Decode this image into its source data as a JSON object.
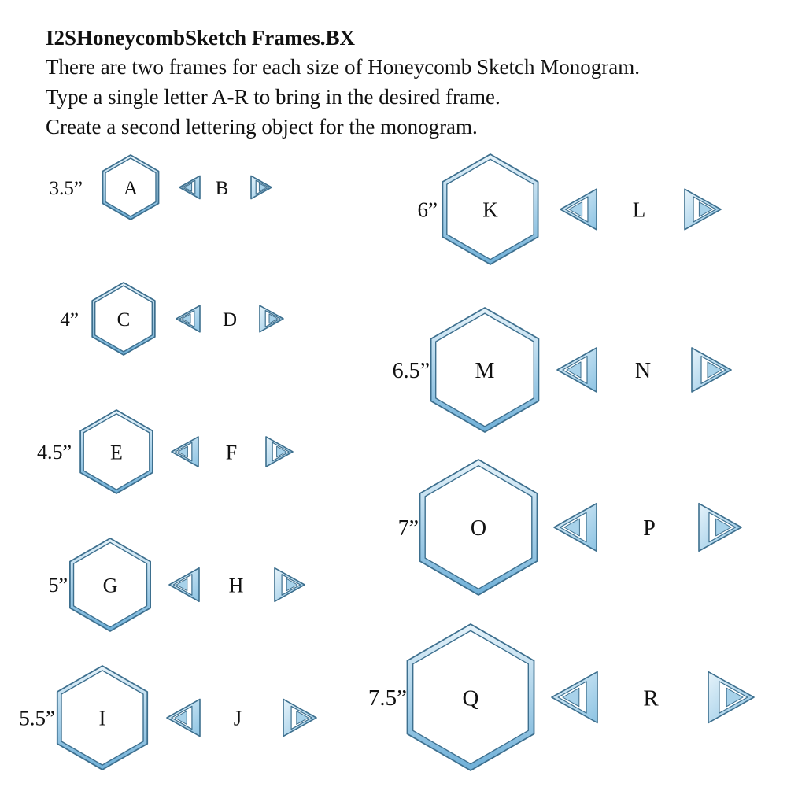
{
  "header": {
    "title": "I2SHoneycombSketch Frames.BX",
    "lines": [
      "There are two frames for each size of Honeycomb Sketch Monogram.",
      "Type a single letter A-R to bring in the desired frame.",
      "Create a second lettering object for the monogram."
    ]
  },
  "colors": {
    "outline": "#3d6f8e",
    "fill_light": "#e6f3fa",
    "fill_mid": "#a8d2ea",
    "fill_deep": "#6fb0d8"
  },
  "frames": [
    {
      "size": "3.5”",
      "hex_letter": "A",
      "tri_letter": "B"
    },
    {
      "size": "4”",
      "hex_letter": "C",
      "tri_letter": "D"
    },
    {
      "size": "4.5”",
      "hex_letter": "E",
      "tri_letter": "F"
    },
    {
      "size": "5”",
      "hex_letter": "G",
      "tri_letter": "H"
    },
    {
      "size": "5.5”",
      "hex_letter": "I",
      "tri_letter": "J"
    },
    {
      "size": "6”",
      "hex_letter": "K",
      "tri_letter": "L"
    },
    {
      "size": "6.5”",
      "hex_letter": "M",
      "tri_letter": "N"
    },
    {
      "size": "7”",
      "hex_letter": "O",
      "tri_letter": "P"
    },
    {
      "size": "7.5”",
      "hex_letter": "Q",
      "tri_letter": "R"
    }
  ]
}
